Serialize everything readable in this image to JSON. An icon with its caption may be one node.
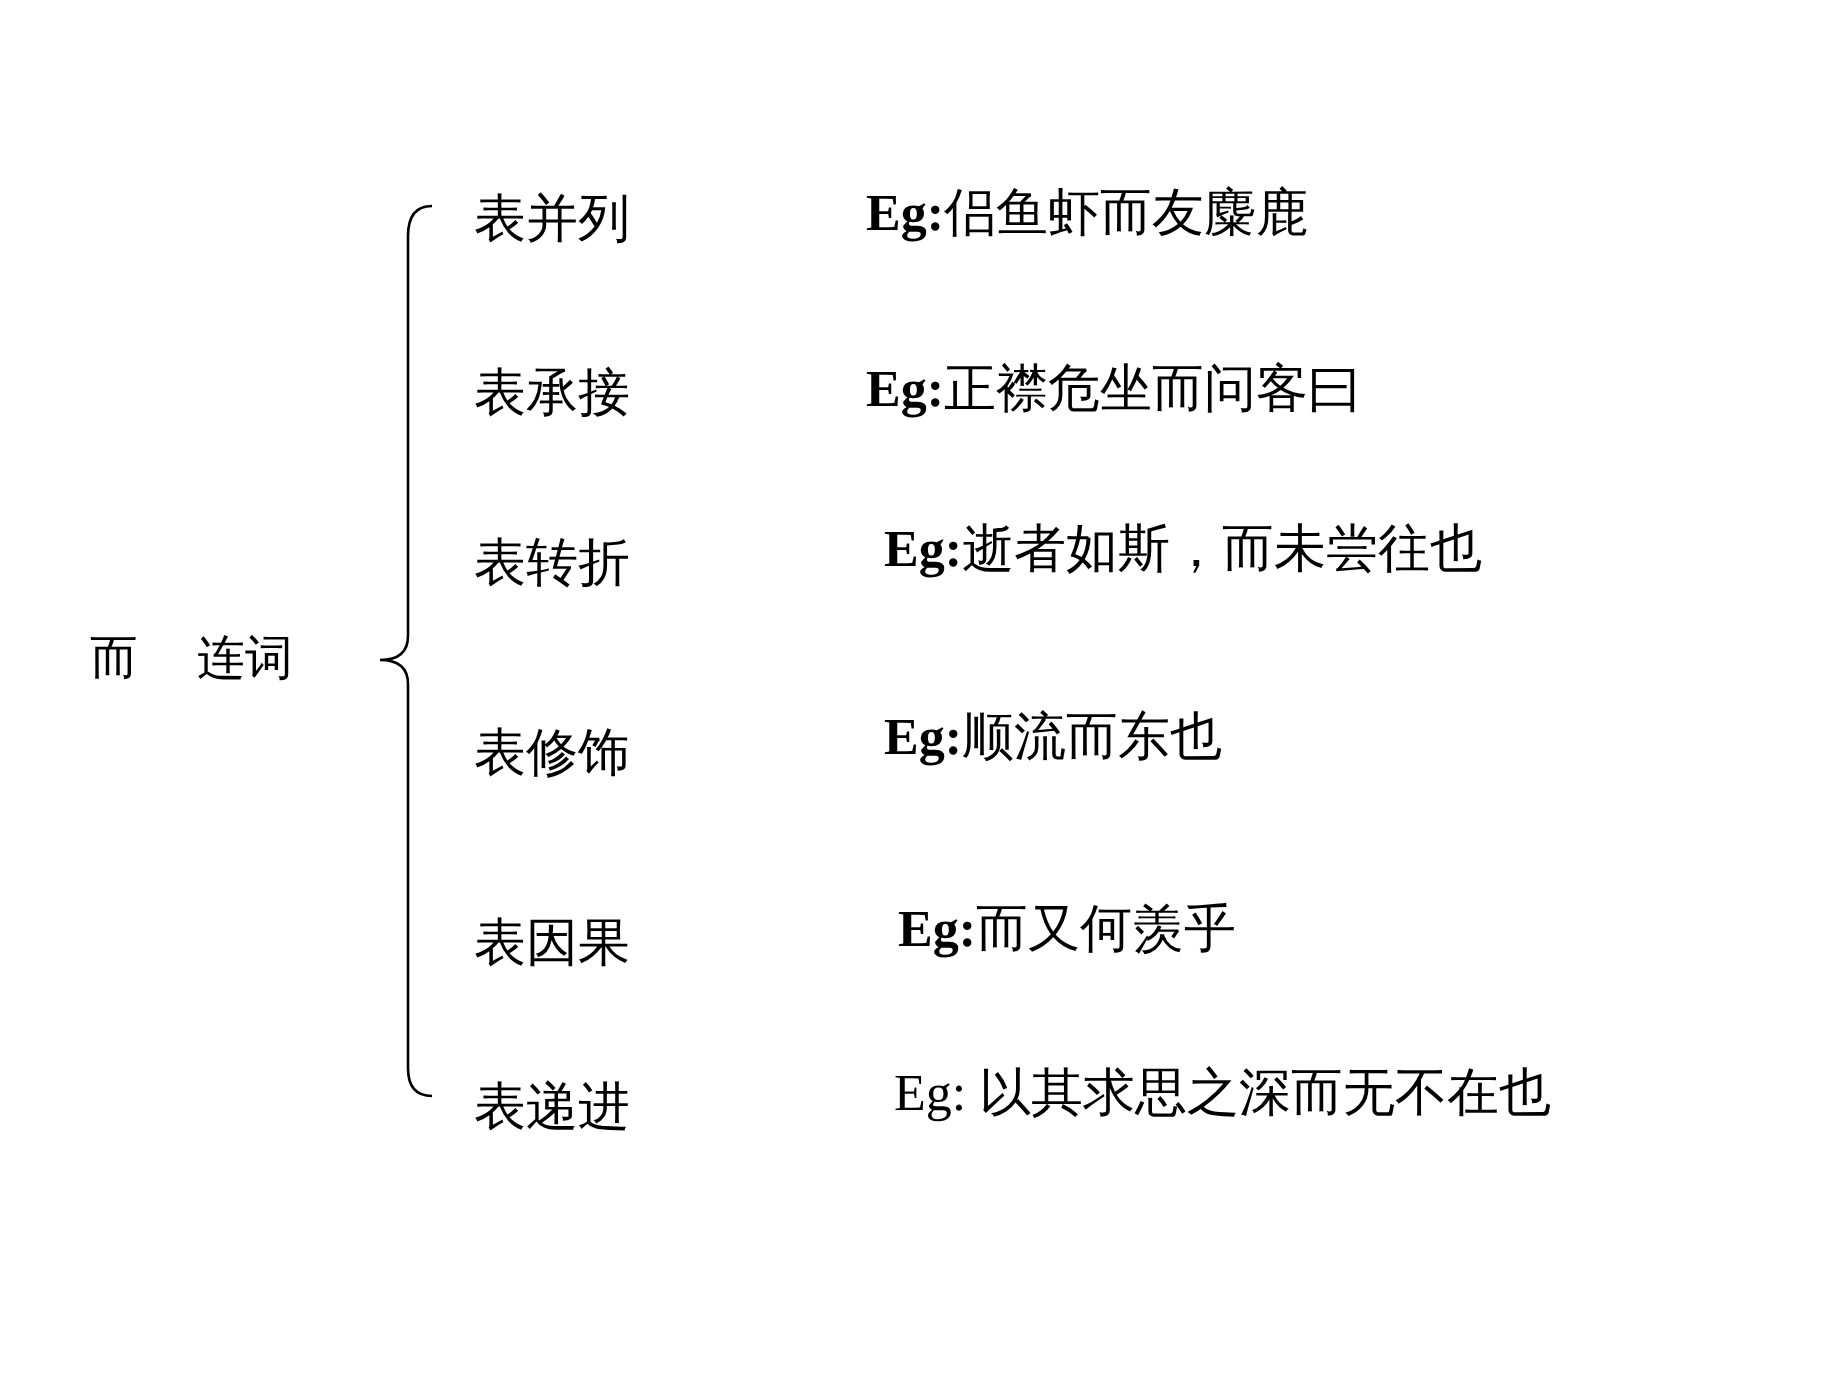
{
  "diagram": {
    "labels": [
      "而 连词",
      "表并列",
      "**Eg:**侣鱼虾而友麋鹿",
      "表承接",
      "**Eg:**正襟危坐而问客曰",
      "表转折",
      "**Eg:**逝者如斯，而未尝往也",
      "表修饰",
      "**Eg:**顺流而东也",
      "表因果",
      "**Eg:**而又何羡乎",
      "表递进",
      "Eg: 以其求思之深而无不在也"
    ]
  }
}
